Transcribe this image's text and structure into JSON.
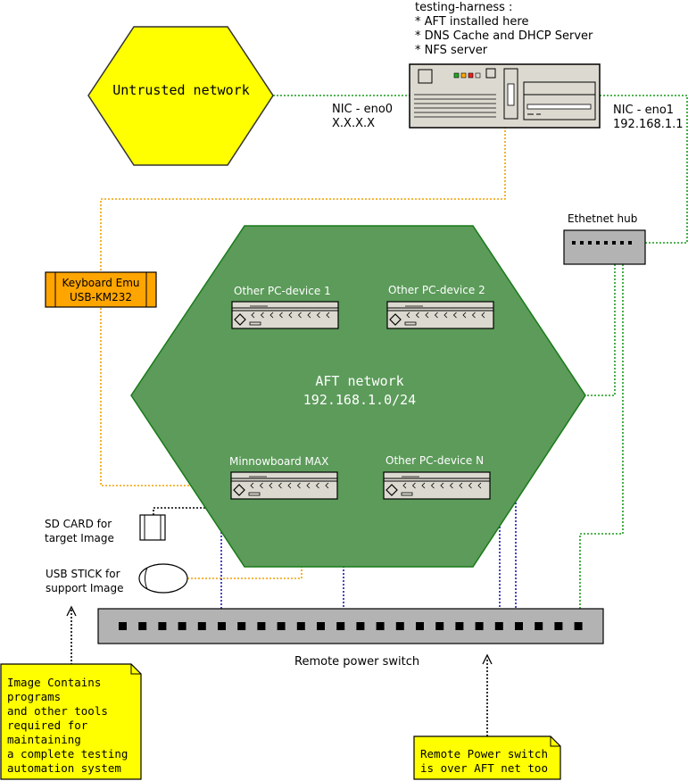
{
  "colors": {
    "untrusted": "#ffff00",
    "aft_net": "#5c9b5a",
    "aft_net_border": "#1a7a1a",
    "keyboard_emu": "#ffa500",
    "hub": "#b3b3b3",
    "note": "#ffff00",
    "orange_link": "#f0a000",
    "green_link": "#1a9a1a",
    "blue_link": "#1a1aaa"
  },
  "untrusted": {
    "label": "Untrusted network"
  },
  "server": {
    "title": "testing-harness :",
    "lines": [
      "* AFT installed here",
      "* DNS Cache and  DHCP Server",
      "* NFS server"
    ],
    "nic0": {
      "name": "NIC - eno0",
      "addr": "X.X.X.X"
    },
    "nic1": {
      "name": "NIC - eno1",
      "addr": "192.168.1.1"
    }
  },
  "hub": {
    "label": "Ethetnet hub"
  },
  "keyboard": {
    "line1": "Keyboard Emu",
    "line2": "USB-KM232"
  },
  "aft_network": {
    "line1": "AFT network",
    "line2": "192.168.1.0/24"
  },
  "devices": {
    "pc1": "Other PC-device 1",
    "pc2": "Other PC-device 2",
    "minnow": "Minnowboard MAX",
    "pcn": "Other PC-device N"
  },
  "sdcard": {
    "line1": "SD CARD for",
    "line2": "target Image"
  },
  "usbstick": {
    "line1": "USB STICK for",
    "line2": "support Image"
  },
  "power_switch": {
    "label": "Remote power switch"
  },
  "note_image": {
    "lines": [
      "Image Contains",
      "programs",
      "and other tools",
      "required for",
      "maintaining",
      "a complete testing",
      "automation system"
    ]
  },
  "note_power": {
    "lines": [
      "Remote Power switch",
      "is over AFT net too"
    ]
  }
}
